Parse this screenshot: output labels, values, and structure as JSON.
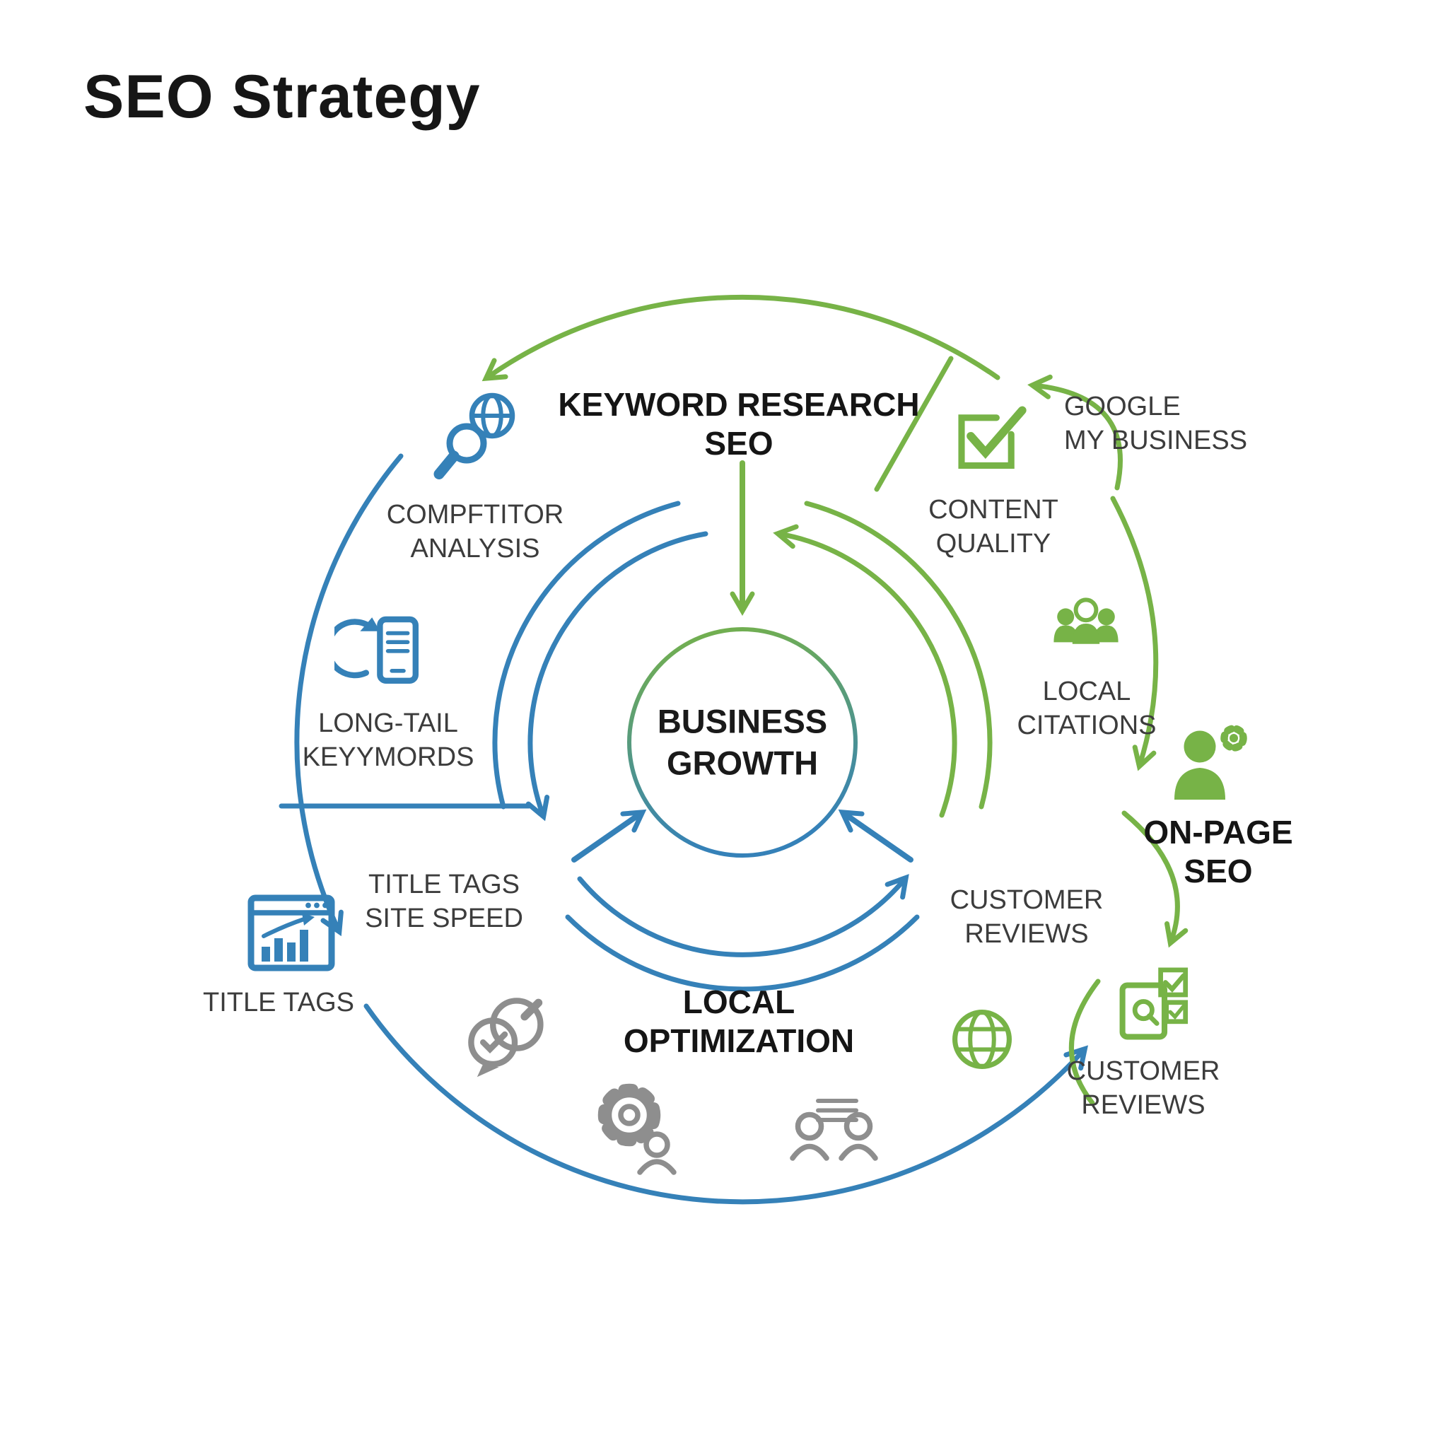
{
  "page_title": "SEO Strategy",
  "center": {
    "label": "BUSINESS\nGROWTH"
  },
  "sections": {
    "keyword_research": "KEYWORD RESEARCH\nSEO",
    "on_page": "ON-PAGE\nSEO",
    "local_optimization": "LOCAL\nOPTIMIZATION"
  },
  "labels": {
    "competitor_analysis": "COMPFTITOR\nANALYSIS",
    "long_tail_keywords": "LONG-TAIL\nKEYYMORDS",
    "title_tags_site_speed": "TITLE TAGS\nSITE SPEED",
    "title_tags": "TITLE TAGS",
    "google_my_business": "GOOGLE\nMY BUSINESS",
    "content_quality": "CONTENT\nQUALITY",
    "local_citations": "LOCAL\nCITATIONS",
    "customer_reviews_mid": "CUSTOMER\nREVIEWS",
    "customer_reviews_bottom": "CUSTOMER\nREVIEWS"
  },
  "icons": {
    "competitor_analysis": "magnifier-globe-icon",
    "long_tail_keywords": "phone-sync-icon",
    "title_tags": "browser-chart-icon",
    "review_bubbles": "speech-bubbles-check-icon",
    "gear_person": "gear-person-icon",
    "meeting": "people-document-icon",
    "globe": "globe-icon",
    "customer_reviews": "tablet-checklist-icon",
    "on_page_person": "person-gear-icon",
    "local_citations": "people-group-icon",
    "google_my_business": "checkbox-icon"
  },
  "colors": {
    "blue": "#3581b8",
    "green": "#77b347",
    "gray": "#8e8e8e",
    "text": "#3c3c3c",
    "heading": "#151515"
  }
}
